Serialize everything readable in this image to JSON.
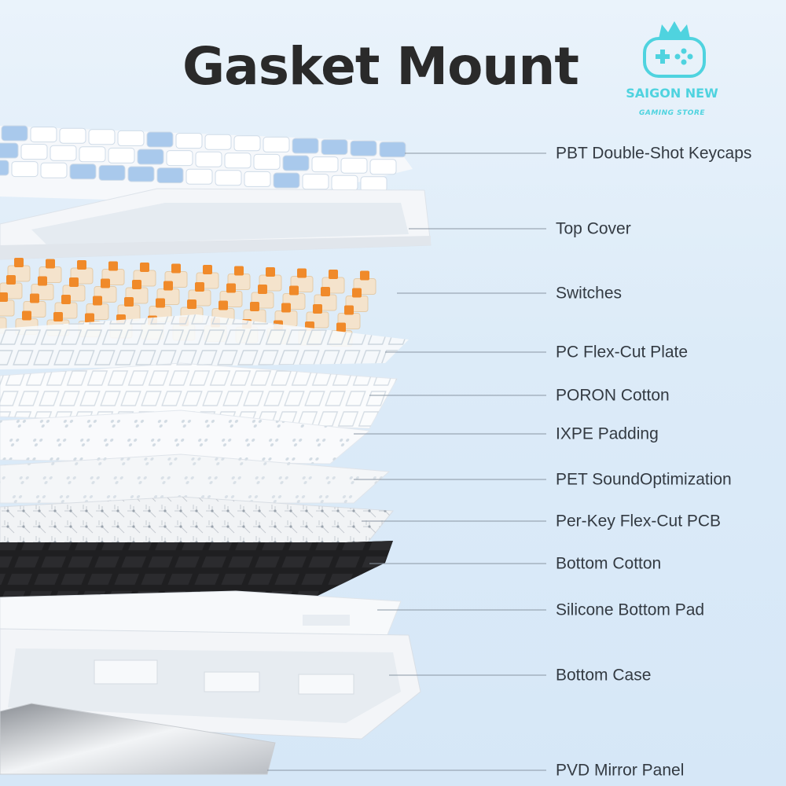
{
  "title": "Gasket Mount",
  "logo": {
    "brand": "SAIGON NEW",
    "tagline": "GAMING STORE",
    "icon": "gamepad-crown-icon",
    "color": "#4fd3df"
  },
  "layers": [
    "PBT Double-Shot Keycaps",
    "Top Cover",
    "Switches",
    "PC Flex-Cut Plate",
    "PORON Cotton",
    "IXPE Padding",
    "PET SoundOptimization",
    "Per-Key Flex-Cut PCB",
    "Bottom Cotton",
    "Silicone Bottom Pad",
    "Bottom Case",
    "PVD Mirror Panel"
  ],
  "colors": {
    "switch_stem": "#f08a2a",
    "keycap_blue": "#a9c9ec",
    "bottom_cotton": "#1f1f21",
    "leader_line": "#8a96a3"
  }
}
